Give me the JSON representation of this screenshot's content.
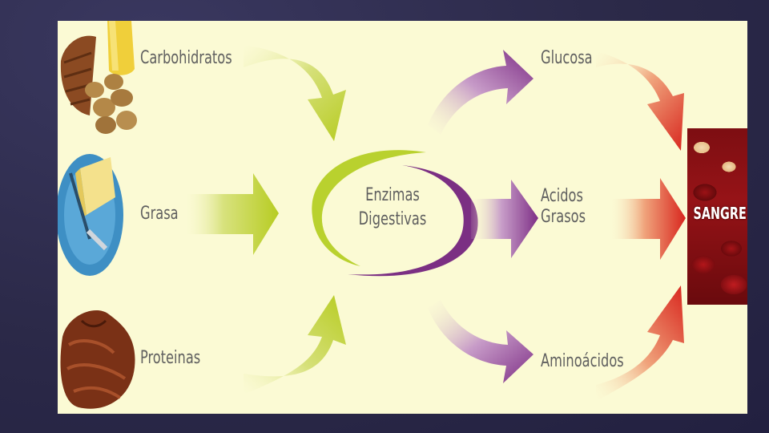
{
  "inputs": {
    "carbohidratos": "Carbohidratos",
    "grasa": "Grasa",
    "proteinas": "Proteinas"
  },
  "center": {
    "line1": "Enzimas",
    "line2": "Digestivas"
  },
  "outputs": {
    "glucosa": "Glucosa",
    "acidos_grasos": "Acidos\nGrasos",
    "aminoacidos": "Aminoácidos"
  },
  "destination": {
    "label": "SANGRE"
  },
  "colors": {
    "input_arrow": "#c5d43a",
    "center_green": "#b9d12e",
    "center_purple": "#7b2f83",
    "output_arrow": "#8a3a8c",
    "blood_arrow": "#d8342a",
    "panel_background": "#fbfad4"
  }
}
